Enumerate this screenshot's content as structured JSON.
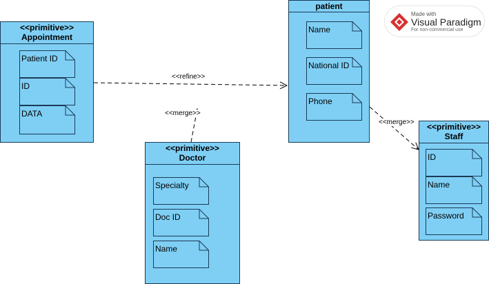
{
  "classes": {
    "appointment": {
      "stereotype": "<<primitive>>",
      "name": "Appointment",
      "attributes": [
        "Patient ID",
        "ID",
        "DATA"
      ]
    },
    "patient": {
      "name": "patient",
      "attributes": [
        "Name",
        "National ID",
        "Phone"
      ]
    },
    "doctor": {
      "stereotype": "<<primitive>>",
      "name": "Doctor",
      "attributes": [
        "Specialty",
        "Doc ID",
        "Name"
      ]
    },
    "staff": {
      "stereotype": "<<primitive>>",
      "name": "Staff",
      "attributes": [
        "ID",
        "Name",
        "Password"
      ]
    }
  },
  "relations": {
    "appointment_patient": "<<refine>>",
    "doctor_appointment": "<<merge>>",
    "patient_staff": "<<merge>>"
  },
  "badge": {
    "line1": "Made with",
    "line2": "Visual Paradigm",
    "line3": "For non-commercial use"
  },
  "colors": {
    "class_fill": "#7fcff5",
    "border": "#1b3a55",
    "logo_red": "#d8302f"
  }
}
